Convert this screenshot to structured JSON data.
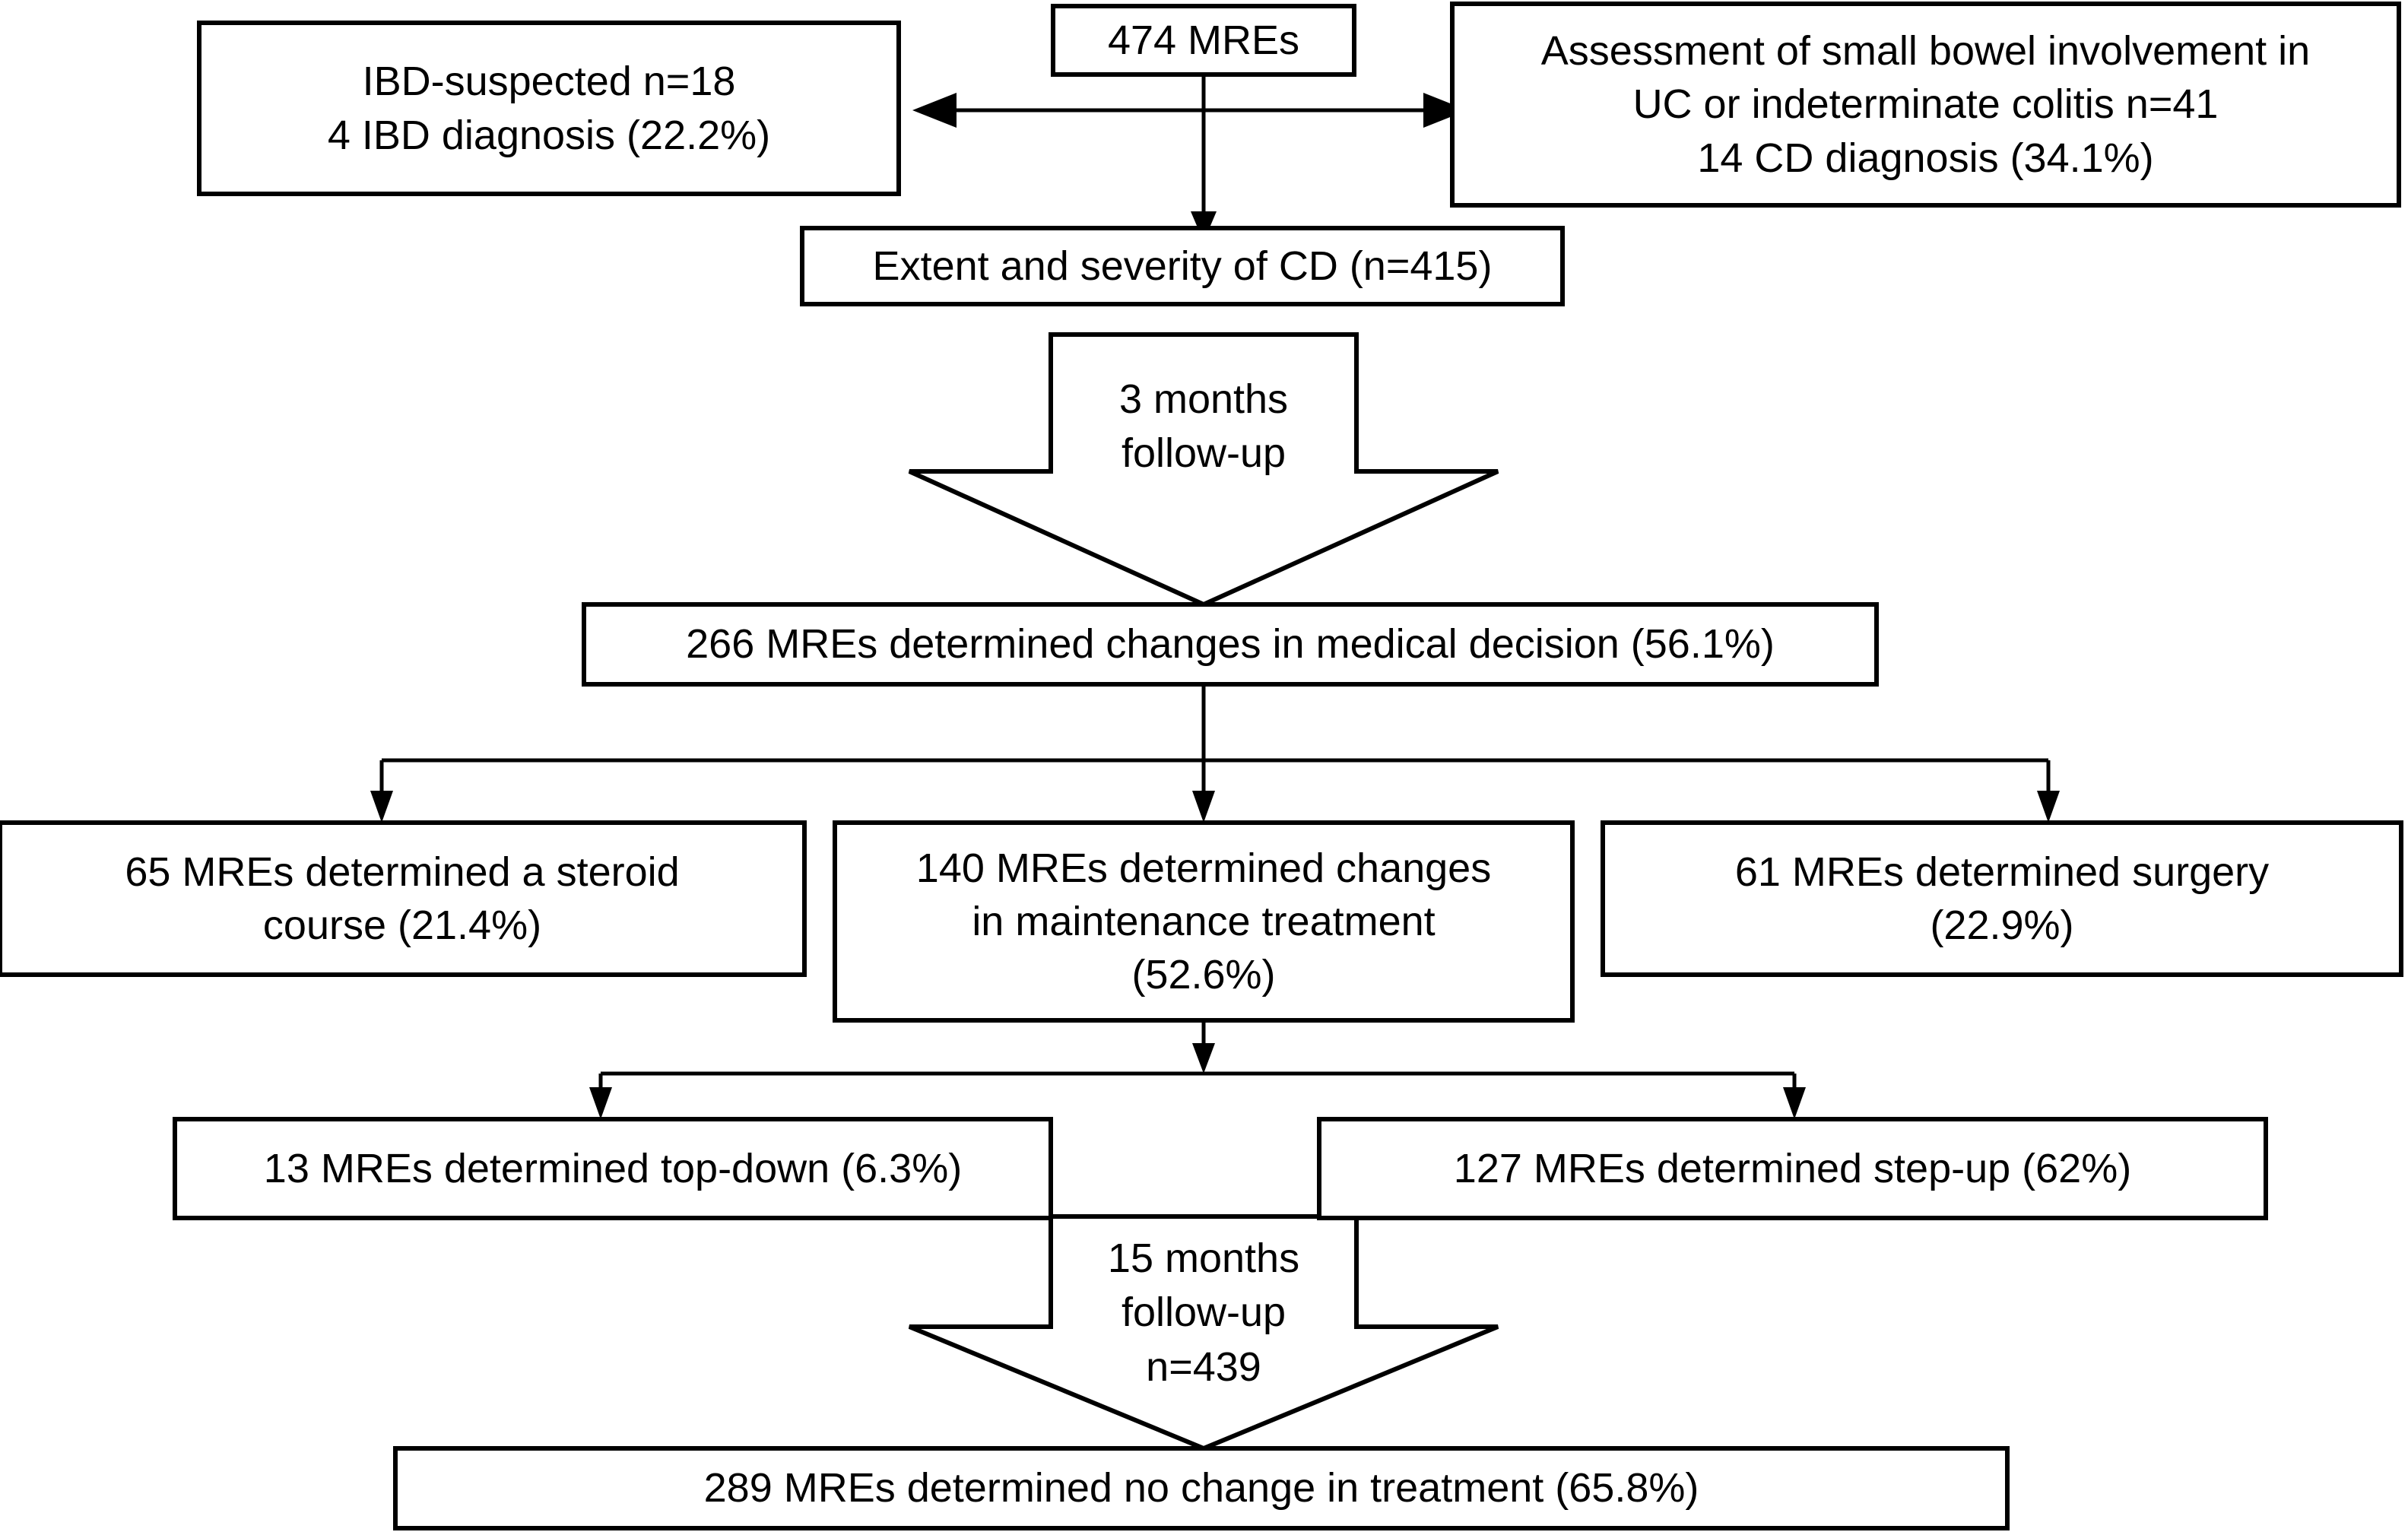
{
  "diagram": {
    "title": "MRE clinical decision flow chart",
    "background_color": "#ffffff",
    "line_color": "#000000",
    "nodes": {
      "total_mres": {
        "lines": [
          "474 MREs"
        ],
        "text": "474 MREs"
      },
      "ibd_suspected": {
        "lines": [
          "IBD-suspected n=18",
          "4 IBD diagnosis (22.2%)"
        ],
        "line1": "IBD-suspected n=18",
        "line2": "4 IBD diagnosis (22.2%)"
      },
      "uc_assessment": {
        "lines": [
          "Assessment of small bowel involvement in",
          "UC or indeterminate colitis n=41",
          "14 CD diagnosis (34.1%)"
        ],
        "line1": "Assessment of small bowel involvement in",
        "line2": "UC or indeterminate colitis n=41",
        "line3": "14 CD diagnosis (34.1%)"
      },
      "extent_severity": {
        "line1": "Extent and severity of CD (n=415)"
      },
      "changes_medical_decision": {
        "line1": "266 MREs determined changes in medical decision (56.1%)"
      },
      "steroid_course": {
        "line1": "65 MREs determined a steroid",
        "line2": "course (21.4%)"
      },
      "maintenance_treatment": {
        "line1": "140 MREs determined changes",
        "line2": "in maintenance treatment",
        "line3": "(52.6%)"
      },
      "surgery": {
        "line1": "61 MREs determined surgery",
        "line2": "(22.9%)"
      },
      "top_down": {
        "line1": "13 MREs determined top-down (6.3%)"
      },
      "step_up": {
        "line1": "127 MREs determined step-up (62%)"
      },
      "no_change": {
        "line1": "289 MREs determined no change in treatment (65.8%)"
      }
    },
    "arrows": {
      "followup_3months": {
        "line1": "3 months",
        "line2": "follow-up"
      },
      "followup_15months": {
        "line1": "15 months",
        "line2": "follow-up",
        "line3": "n=439"
      }
    }
  },
  "chart_data": {
    "type": "diagram",
    "title": "MRE clinical decision flow chart",
    "nodes": [
      {
        "id": "total_mres",
        "label": "474 MREs",
        "count": 474,
        "level": 0
      },
      {
        "id": "ibd_suspected",
        "label": "IBD-suspected n=18 / 4 IBD diagnosis (22.2%)",
        "count": 18,
        "diagnosed": 4,
        "percent": 22.2,
        "level": 1
      },
      {
        "id": "uc_assessment",
        "label": "Assessment of small bowel involvement in UC or indeterminate colitis n=41 / 14 CD diagnosis (34.1%)",
        "count": 41,
        "diagnosed": 14,
        "percent": 34.1,
        "level": 1
      },
      {
        "id": "extent_severity",
        "label": "Extent and severity of CD (n=415)",
        "count": 415,
        "level": 1
      },
      {
        "id": "changes_medical_decision",
        "label": "266 MREs determined changes in medical decision (56.1%)",
        "count": 266,
        "percent": 56.1,
        "level": 2
      },
      {
        "id": "steroid_course",
        "label": "65 MREs determined a steroid course (21.4%)",
        "count": 65,
        "percent": 21.4,
        "level": 3
      },
      {
        "id": "maintenance_treatment",
        "label": "140 MREs determined changes in maintenance treatment (52.6%)",
        "count": 140,
        "percent": 52.6,
        "level": 3
      },
      {
        "id": "surgery",
        "label": "61 MREs determined surgery (22.9%)",
        "count": 61,
        "percent": 22.9,
        "level": 3
      },
      {
        "id": "top_down",
        "label": "13 MREs determined top-down (6.3%)",
        "count": 13,
        "percent": 6.3,
        "level": 4
      },
      {
        "id": "step_up",
        "label": "127 MREs determined step-up (62%)",
        "count": 127,
        "percent": 62,
        "level": 4
      },
      {
        "id": "no_change",
        "label": "289 MREs determined no change in treatment (65.8%)",
        "count": 289,
        "percent": 65.8,
        "level": 5
      }
    ],
    "edges": [
      {
        "from": "total_mres",
        "to": "ibd_suspected",
        "style": "double-headed"
      },
      {
        "from": "total_mres",
        "to": "uc_assessment",
        "style": "double-headed"
      },
      {
        "from": "total_mres",
        "to": "extent_severity",
        "style": "arrow"
      },
      {
        "from": "extent_severity",
        "to": "changes_medical_decision",
        "style": "block-arrow",
        "label": "3 months follow-up"
      },
      {
        "from": "changes_medical_decision",
        "to": "steroid_course",
        "style": "arrow"
      },
      {
        "from": "changes_medical_decision",
        "to": "maintenance_treatment",
        "style": "arrow"
      },
      {
        "from": "changes_medical_decision",
        "to": "surgery",
        "style": "arrow"
      },
      {
        "from": "maintenance_treatment",
        "to": "top_down",
        "style": "arrow"
      },
      {
        "from": "maintenance_treatment",
        "to": "step_up",
        "style": "arrow"
      },
      {
        "from": "step_up",
        "to": "no_change",
        "style": "block-arrow",
        "label": "15 months follow-up n=439"
      }
    ]
  }
}
